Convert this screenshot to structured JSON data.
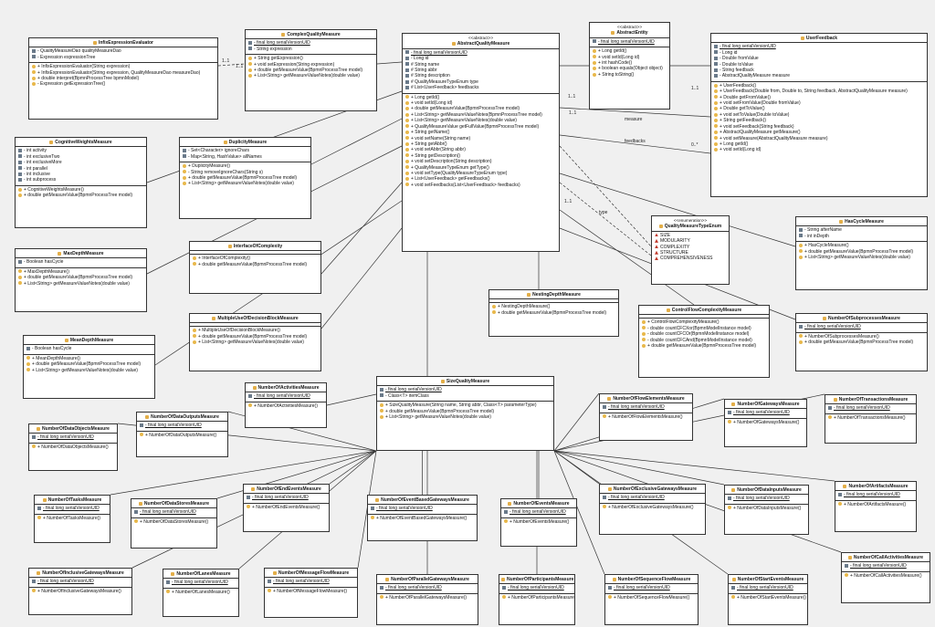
{
  "diagram": {
    "classes": [
      {
        "id": "InfixExpressionEvaluator",
        "title": "InfixExpressionEvaluator",
        "fields": [
          "- QualityMeasureDao qualityMeasureDao",
          "- Expression expressionTree"
        ],
        "methods": [
          "+ InfixExpressionEvaluator(String expression)",
          "+ InfixExpressionEvaluator(String expression, QualityMeasureDao measureDao)",
          "+ double interpret(BpmnProcessTree bpmnModel)",
          "- Expression getExpressionTree()"
        ]
      },
      {
        "id": "ComplexQualityMeasure",
        "title": "ComplexQualityMeasure",
        "fields": [
          "- final long serialVersionUID",
          "- String expression"
        ],
        "methods": [
          "+ String getExpression()",
          "+ void setExpression(String expression)",
          "+ double getMeasureValue(BpmnProcessTree model)",
          "+ List<String> getMeasureValueNotes(double value)"
        ]
      },
      {
        "id": "AbstractQualityMeasure",
        "stereotype": "<<abstract>>",
        "title": "AbstractQualityMeasure",
        "fields": [
          "- final long serialVersionUID",
          "- Long id",
          "# String name",
          "# String abbr",
          "# String description",
          "# QualityMeasureTypeEnum type",
          "# List<UserFeedback> feedbacks"
        ],
        "methods": [
          "+ Long getId()",
          "+ void setId(Long id)",
          "+ double getMeasureValue(BpmnProcessTree model)",
          "+ List<String> getMeasureValueNotes(BpmnProcessTree model)",
          "+ List<String> getMeasureValueNotes(double value)",
          "+ QualityMeasureValue getFullValue(BpmnProcessTree model)",
          "+ String getName()",
          "+ void setName(String name)",
          "+ String getAbbr()",
          "+ void setAbbr(String abbr)",
          "+ String getDescription()",
          "+ void setDescription(String description)",
          "+ QualityMeasureTypeEnum getType()",
          "+ void setType(QualityMeasureTypeEnum type)",
          "+ List<UserFeedback> getFeedbacks()",
          "+ void setFeedbacks(List<UserFeedback> feedbacks)"
        ]
      },
      {
        "id": "AbstractEntity",
        "stereotype": "<<abstract>>",
        "title": "AbstractEntity",
        "fields": [
          "- final long serialVersionUID"
        ],
        "methods": [
          "+ Long getId()",
          "+ void setId(Long id)",
          "+ int hashCode()",
          "+ boolean equals(Object object)",
          "+ String toString()"
        ]
      },
      {
        "id": "UserFeedback",
        "title": "UserFeedback",
        "fields": [
          "- final long serialVersionUID",
          "- Long id",
          "- Double fromValue",
          "- Double toValue",
          "- String feedback",
          "- AbstractQualityMeasure measure"
        ],
        "methods": [
          "+ UserFeedback()",
          "+ UserFeedback(Double from, Double to, String feedback, AbstractQualityMeasure measure)",
          "+ Double getFromValue()",
          "+ void setFromValue(Double fromValue)",
          "+ Double getToValue()",
          "+ void setToValue(Double toValue)",
          "+ String getFeedback()",
          "+ void setFeedback(String feedback)",
          "+ AbstractQualityMeasure getMeasure()",
          "+ void setMeasure(AbstractQualityMeasure measure)",
          "+ Long getId()",
          "+ void setId(Long id)"
        ]
      },
      {
        "id": "CognitiveWeightsMeasure",
        "title": "CognitiveWeightsMeasure",
        "fields": [
          "- int activity",
          "- int exclusiveTwo",
          "- int exclusiveMore",
          "- int parallel",
          "- int inclusive",
          "- int subprocess"
        ],
        "methods": [
          "+ CognitiveWeightsMeasure()",
          "+ double getMeasureValue(BpmnProcessTree model)"
        ]
      },
      {
        "id": "DuplicityMeasure",
        "title": "DuplicityMeasure",
        "fields": [
          "- Set<Character> ignoreChars",
          "- Map<String, HashValue> allNames"
        ],
        "methods": [
          "+ DuplicityMeasure()",
          "- String removeIgnoreChars(String s)",
          "+ double getMeasureValue(BpmnProcessTree model)",
          "+ List<String> getMeasureValueNotes(double value)"
        ]
      },
      {
        "id": "MaxDepthMeasure",
        "title": "MaxDepthMeasure",
        "fields": [
          "- Boolean hasCycle"
        ],
        "methods": [
          "+ MaxDepthMeasure()",
          "+ double getMeasureValue(BpmnProcessTree model)",
          "+ List<String> getMeasureValueNotes(double value)"
        ]
      },
      {
        "id": "InterfaceOfComplexity",
        "title": "InterfaceOfComplexity",
        "fields": [],
        "methods": [
          "+ InterfaceOfComplexity()",
          "+ double getMeasureValue(BpmnProcessTree model)"
        ]
      },
      {
        "id": "QualityMeasureTypeEnum",
        "stereotype": "<<enumeration>>",
        "title": "QualityMeasureTypeEnum",
        "literals": [
          "SIZE",
          "MODULARITY",
          "COMPLEXITY",
          "STRUCTURE",
          "COMPREHENSIVENESS"
        ]
      },
      {
        "id": "HasCycleMeasure",
        "title": "HasCycleMeasure",
        "fields": [
          "- String afterName",
          "- int inDepth"
        ],
        "methods": [
          "+ HasCycleMeasure()",
          "+ double getMeasureValue(BpmnProcessTree model)",
          "+ List<String> getMeasureValueNotes(double value)"
        ]
      },
      {
        "id": "NestingDepthMeasure",
        "title": "NestingDepthMeasure",
        "fields": [],
        "methods": [
          "+ NestingDepthMeasure()",
          "+ double getMeasureValue(BpmnProcessTree model)"
        ]
      },
      {
        "id": "MeanDepthMeasure",
        "title": "MeanDepthMeasure",
        "fields": [
          "- Boolean hasCycle"
        ],
        "methods": [
          "+ MeanDepthMeasure()",
          "+ double getMeasureValue(BpmnProcessTree model)",
          "+ List<String> getMeasureValueNotes(double value)"
        ]
      },
      {
        "id": "MultipleUseOfDecisionBlockMeasure",
        "title": "MultipleUseOfDecisionBlockMeasure",
        "fields": [],
        "methods": [
          "+ MultipleUseOfDecisionBlockMeasure()",
          "+ double getMeasureValue(BpmnProcessTree model)",
          "+ List<String> getMeasureValueNotes(double value)"
        ]
      },
      {
        "id": "ControlFlowComplexityMeasure",
        "title": "ControlFlowComplexityMeasure",
        "fields": [],
        "methods": [
          "+ ControlFlowComplexityMeasure()",
          "- double countCFCXor(BpmnModelInstance model)",
          "- double countCFCOr(BpmnModelInstance model)",
          "- double countCFCAnd(BpmnModelInstance model)",
          "+ double getMeasureValue(BpmnProcessTree model)"
        ]
      },
      {
        "id": "NumberOfSubprocessesMeasure",
        "title": "NumberOfSubprocessesMeasure",
        "fields": [
          "- final long serialVersionUID"
        ],
        "methods": [
          "+ NumberOfSubprocessesMeasure()",
          "+ double getMeasureValue(BpmnProcessTree model)"
        ]
      },
      {
        "id": "SizeQualityMeasure",
        "title": "SizeQualityMeasure",
        "fields": [
          "- final long serialVersionUID",
          "- Class<T> itemClass"
        ],
        "methods": [
          "+ SizeQualityMeasure(String name, String abbr, Class<T> parameterType)",
          "+ double getMeasureValue(BpmnProcessTree model)",
          "+ List<String> getMeasureValueNotes(double value)"
        ]
      },
      {
        "id": "NumberOfActivitiesMeasure",
        "title": "NumberOfActivitiesMeasure",
        "fields": [
          "- final long serialVersionUID"
        ],
        "methods": [
          "+ NumberOfActivitiesMeasure()"
        ]
      },
      {
        "id": "NumberOfDataOutputsMeasure",
        "title": "NumberOfDataOutputsMeasure",
        "fields": [
          "- final long serialVersionUID"
        ],
        "methods": [
          "+ NumberOfDataOutputsMeasure()"
        ]
      },
      {
        "id": "NumberOfDataObjectsMeasure",
        "title": "NumberOfDataObjectsMeasure",
        "fields": [
          "- final long serialVersionUID"
        ],
        "methods": [
          "+ NumberOfDataObjectsMeasure()"
        ]
      },
      {
        "id": "NumberOfFlowElementsMeasure",
        "title": "NumberOfFlowElementsMeasure",
        "fields": [
          "- final long serialVersionUID"
        ],
        "methods": [
          "+ NumberOfFlowElementsMeasure()"
        ]
      },
      {
        "id": "NumberOfGatewaysMeasure",
        "title": "NumberOfGatewaysMeasure",
        "fields": [
          "- final long serialVersionUID"
        ],
        "methods": [
          "+ NumberOfGatewaysMeasure()"
        ]
      },
      {
        "id": "NumberOfTransactionsMeasure",
        "title": "NumberOfTransactionsMeasure",
        "fields": [
          "- final long serialVersionUID"
        ],
        "methods": [
          "+ NumberOfTransactionsMeasure()"
        ]
      },
      {
        "id": "NumberOfTasksMeasure",
        "title": "NumberOfTasksMeasure",
        "fields": [
          "- final long serialVersionUID"
        ],
        "methods": [
          "+ NumberOfTasksMeasure()"
        ]
      },
      {
        "id": "NumberOfDataStoresMeasure",
        "title": "NumberOfDataStoresMeasure",
        "fields": [
          "- final long serialVersionUID"
        ],
        "methods": [
          "+ NumberOfDataStoresMeasure()"
        ]
      },
      {
        "id": "NumberOfEndEventsMeasure",
        "title": "NumberOfEndEventsMeasure",
        "fields": [
          "- final long serialVersionUID"
        ],
        "methods": [
          "+ NumberOfEndEventsMeasure()"
        ]
      },
      {
        "id": "NumberOfEventBasedGatewaysMeasure",
        "title": "NumberOfEventBasedGatewaysMeasure",
        "fields": [
          "- final long serialVersionUID"
        ],
        "methods": [
          "+ NumberOfEventBasedGatewaysMeasure()"
        ]
      },
      {
        "id": "NumberOfEventsMeasure",
        "title": "NumberOfEventsMeasure",
        "fields": [
          "- final long serialVersionUID"
        ],
        "methods": [
          "+ NumberOfEventsMeasure()"
        ]
      },
      {
        "id": "NumberOfExclusiveGatewaysMeasure",
        "title": "NumberOfExclusiveGatewaysMeasure",
        "fields": [
          "- final long serialVersionUID"
        ],
        "methods": [
          "+ NumberOfExclusiveGatewaysMeasure()"
        ]
      },
      {
        "id": "NumberOfDataInputsMeasure",
        "title": "NumberOfDataInputsMeasure",
        "fields": [
          "- final long serialVersionUID"
        ],
        "methods": [
          "+ NumberOfDataInputsMeasure()"
        ]
      },
      {
        "id": "NumberOfArtifactsMeasure",
        "title": "NumberOfArtifactsMeasure",
        "fields": [
          "- final long serialVersionUID"
        ],
        "methods": [
          "+ NumberOfArtifactsMeasure()"
        ]
      },
      {
        "id": "NumberOfInclusiveGatewaysMeasure",
        "title": "NumberOfInclusiveGatewaysMeasure",
        "fields": [
          "- final long serialVersionUID"
        ],
        "methods": [
          "+ NumberOfInclusiveGatewaysMeasure()"
        ]
      },
      {
        "id": "NumberOfLanesMeasure",
        "title": "NumberOfLanesMeasure",
        "fields": [
          "- final long serialVersionUID"
        ],
        "methods": [
          "+ NumberOfLanesMeasure()"
        ]
      },
      {
        "id": "NumberOfMessageFlowMeasure",
        "title": "NumberOfMessageFlowMeasure",
        "fields": [
          "- final long serialVersionUID"
        ],
        "methods": [
          "+ NumberOfMessageFlowMeasure()"
        ]
      },
      {
        "id": "NumberOfParallelGatewaysMeasure",
        "title": "NumberOfParallelGatewaysMeasure",
        "fields": [
          "- final long serialVersionUID"
        ],
        "methods": [
          "+ NumberOfParallelGatewaysMeasure()"
        ]
      },
      {
        "id": "NumberOfParticipantsMeasure",
        "title": "NumberOfParticipantsMeasure",
        "fields": [
          "- final long serialVersionUID"
        ],
        "methods": [
          "+ NumberOfParticipantsMeasure()"
        ]
      },
      {
        "id": "NumberOfSequenceFlowMeasure",
        "title": "NumberOfSequenceFlowMeasure",
        "fields": [
          "- final long serialVersionUID"
        ],
        "methods": [
          "+ NumberOfSequenceFlowMeasure()"
        ]
      },
      {
        "id": "NumberOfStartEventsMeasure",
        "title": "NumberOfStartEventsMeasure",
        "fields": [
          "- final long serialVersionUID"
        ],
        "methods": [
          "+ NumberOfStartEventsMeasure()"
        ]
      },
      {
        "id": "NumberOfCallActivitiesMeasure",
        "title": "NumberOfCallActivitiesMeasure",
        "fields": [
          "- final long serialVersionUID"
        ],
        "methods": [
          "+ NumberOfCallActivitiesMeasure()"
        ]
      }
    ],
    "edge_labels": {
      "mult_one_one": "1..1",
      "mult_zero_many": "0..*",
      "measure": "measure",
      "feedbacks": "feedbacks",
      "type": "type"
    }
  }
}
